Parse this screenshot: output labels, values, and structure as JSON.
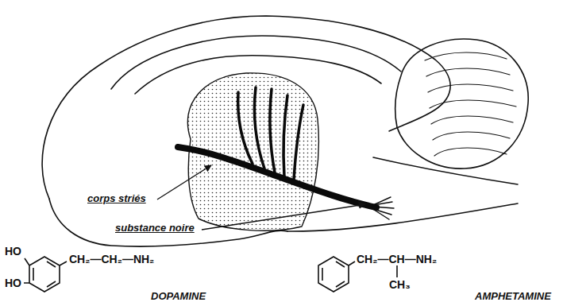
{
  "diagram": {
    "labels": [
      "corps striés",
      "substance noire",
      "HO",
      "HO",
      "CH₂—CH₂—NH₂",
      "DOPAMINE",
      "CH₂—CH—NH₂",
      "CH₃",
      "AMPHETAMINE"
    ]
  }
}
